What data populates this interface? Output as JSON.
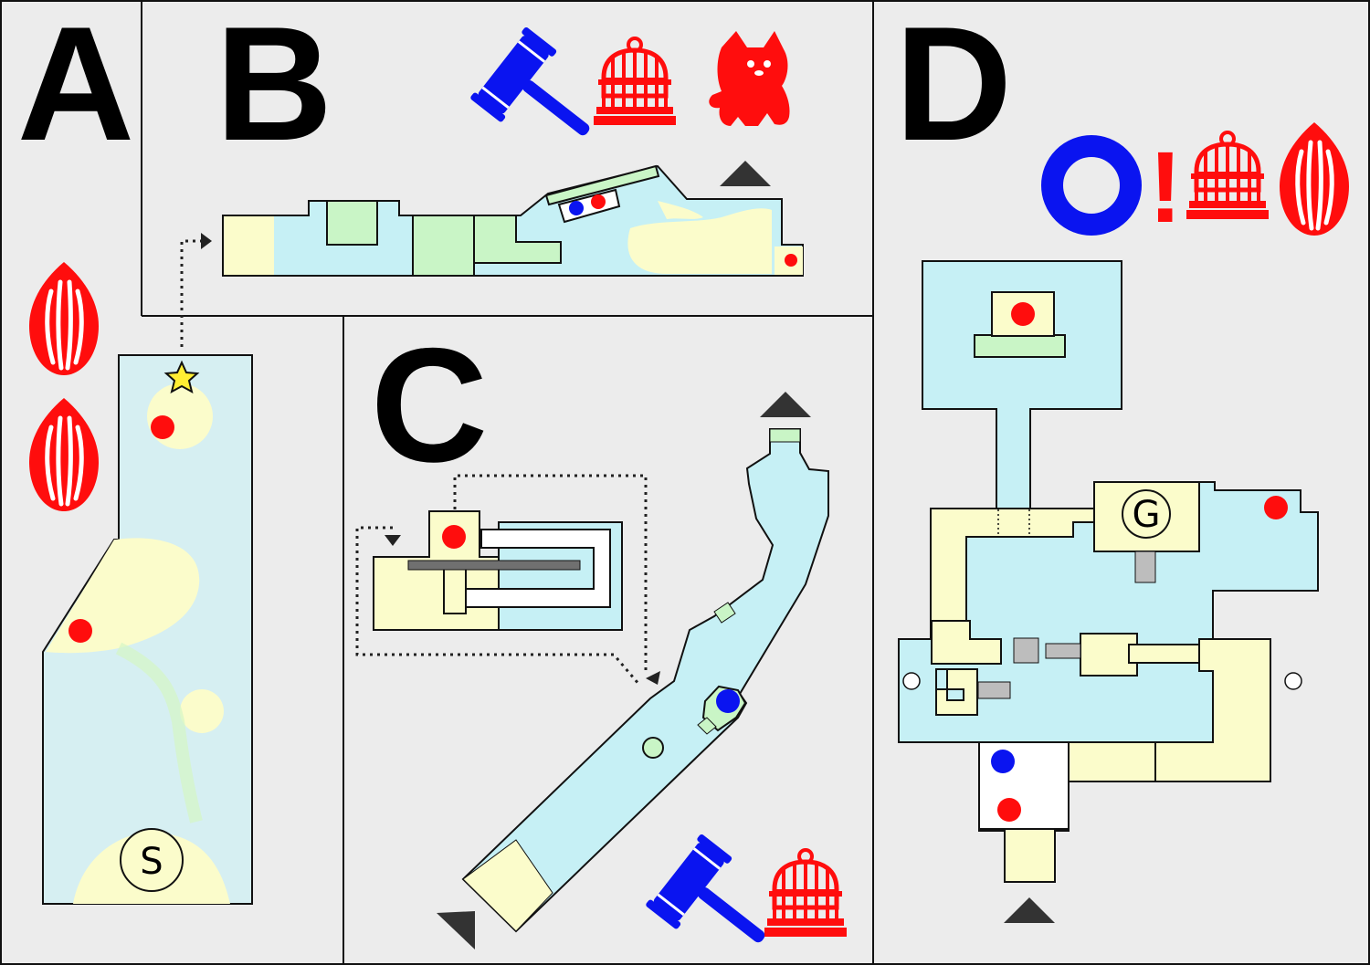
{
  "panels": [
    {
      "id": "A",
      "label": "A"
    },
    {
      "id": "B",
      "label": "B"
    },
    {
      "id": "C",
      "label": "C"
    },
    {
      "id": "D",
      "label": "D"
    }
  ],
  "markers": {
    "start": "S",
    "goal": "G",
    "exclamation": "!"
  },
  "colors": {
    "background": "#ececec",
    "border": "#111111",
    "water": "#c6f0f5",
    "water_pale": "#d6eff2",
    "sand": "#fbfccb",
    "grass": "#c9f5c6",
    "stone": "#bdbdbd",
    "dark_stone": "#707070",
    "red_item": "#ff0d0d",
    "blue_item": "#0a14f0",
    "star": "#ffee33",
    "arrow": "#333333"
  },
  "icons": {
    "panel_a": [
      "seed-icon",
      "seed-icon"
    ],
    "panel_b": [
      "hammer-icon",
      "birdcage-icon",
      "dog-icon"
    ],
    "panel_c": [
      "hammer-icon",
      "birdcage-icon"
    ],
    "panel_d": [
      "ring-icon",
      "exclamation-icon",
      "birdcage-icon",
      "seed-icon"
    ]
  }
}
